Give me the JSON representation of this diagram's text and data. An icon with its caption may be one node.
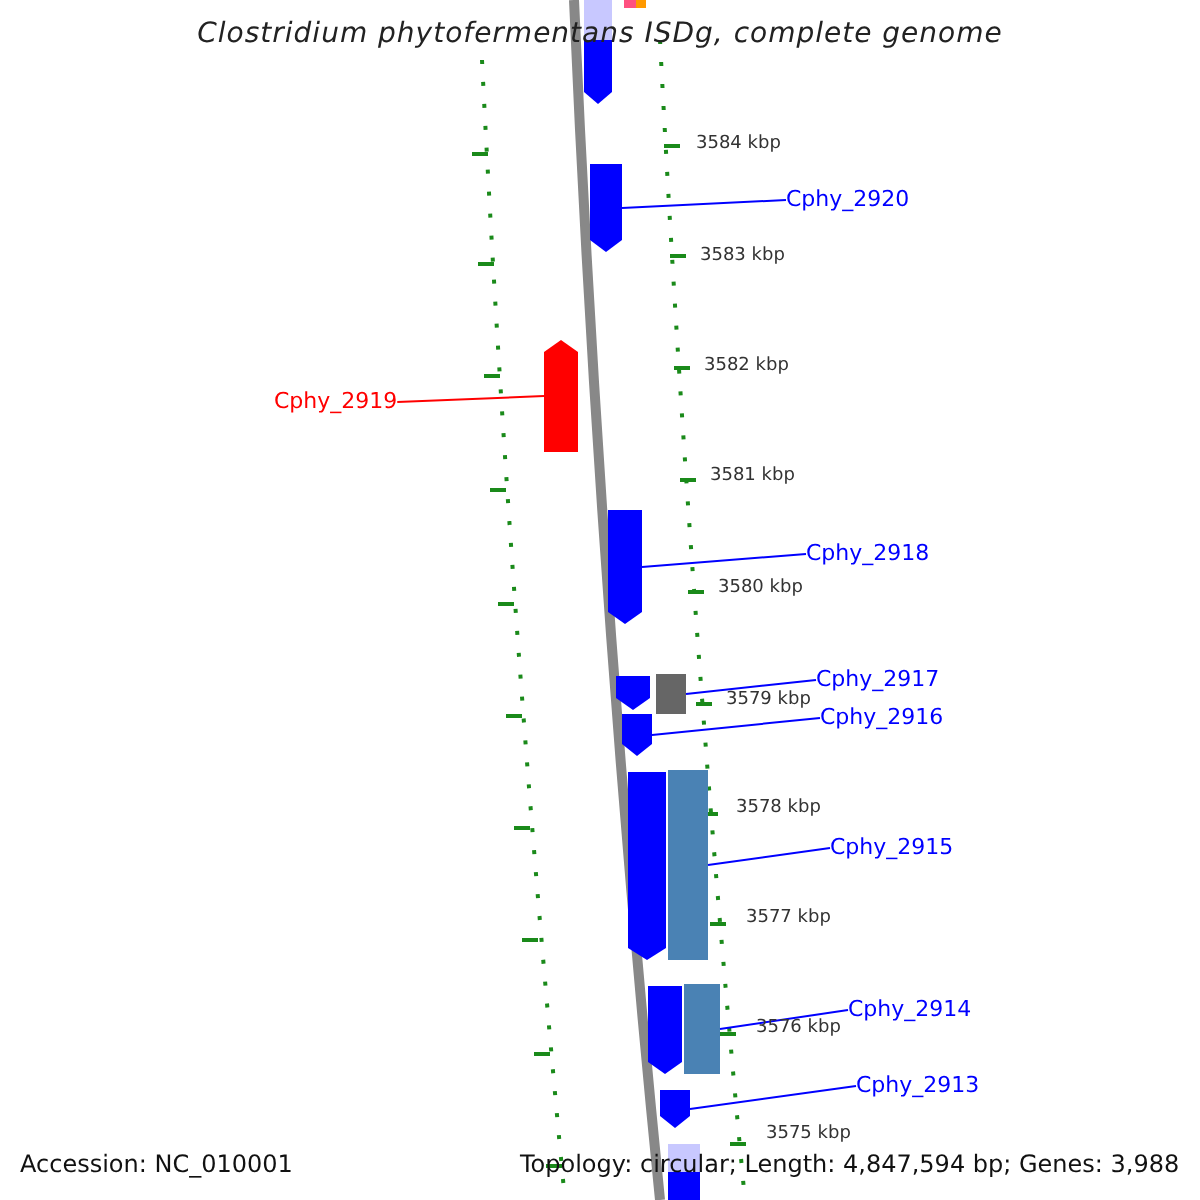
{
  "diagram": {
    "title": "Clostridium phytofermentans ISDg, complete genome",
    "nodes": [
      {
        "text": [],
        "shape": "bar"
      },
      {
        "text": [],
        "shape": "bar"
      },
      {
        "text": [],
        "shape": "bar"
      },
      {
        "text": [
          "Cphy_2920"
        ]
      },
      {
        "text": [],
        "shape": "bar"
      },
      {
        "text": [
          "Cphy_2919"
        ]
      },
      {
        "text": [],
        "shape": "bar"
      },
      {
        "text": [
          "Cphy_2918"
        ]
      },
      {
        "text": [],
        "shape": "bar"
      },
      {
        "text": [
          "Cphy_2917"
        ]
      },
      {
        "text": [],
        "shape": "bar"
      },
      {
        "text": [],
        "shape": "bar"
      },
      {
        "text": [
          "Cphy_2916"
        ]
      },
      {
        "text": [],
        "shape": "bar"
      },
      {
        "text": [
          "Cphy_2915"
        ]
      },
      {
        "text": [],
        "shape": "bar"
      },
      {
        "text": [],
        "shape": "bar"
      },
      {
        "text": [
          "Cphy_2914"
        ]
      },
      {
        "text": [],
        "shape": "bar"
      },
      {
        "text": [],
        "shape": "bar"
      },
      {
        "text": [
          "Cphy_2913"
        ]
      },
      {
        "text": [],
        "shape": "bar"
      },
      {
        "text": [],
        "shape": "bar"
      }
    ],
    "edges": [
      {
        "from": 3,
        "to": 4,
        "arrow": "none"
      },
      {
        "from": 5,
        "to": 6,
        "arrow": "none",
        "color": "#ff0000"
      },
      {
        "from": 7,
        "to": 8,
        "arrow": "none"
      },
      {
        "from": 9,
        "to": 11,
        "arrow": "none"
      },
      {
        "from": 12,
        "to": 13,
        "arrow": "none"
      },
      {
        "from": 14,
        "to": 16,
        "arrow": "none"
      },
      {
        "from": 17,
        "to": 19,
        "arrow": "none"
      },
      {
        "from": 20,
        "to": 21,
        "arrow": "none"
      }
    ],
    "labels": [
      "3584 kbp",
      "3583 kbp",
      "3582 kbp",
      "3581 kbp",
      "3580 kbp",
      "3579 kbp",
      "3578 kbp",
      "3577 kbp",
      "3576 kbp",
      "3575 kbp",
      "Accession: NC_010001",
      "Topology: circular; Length: 4,847,594 bp; Genes: 3,988"
    ]
  }
}
